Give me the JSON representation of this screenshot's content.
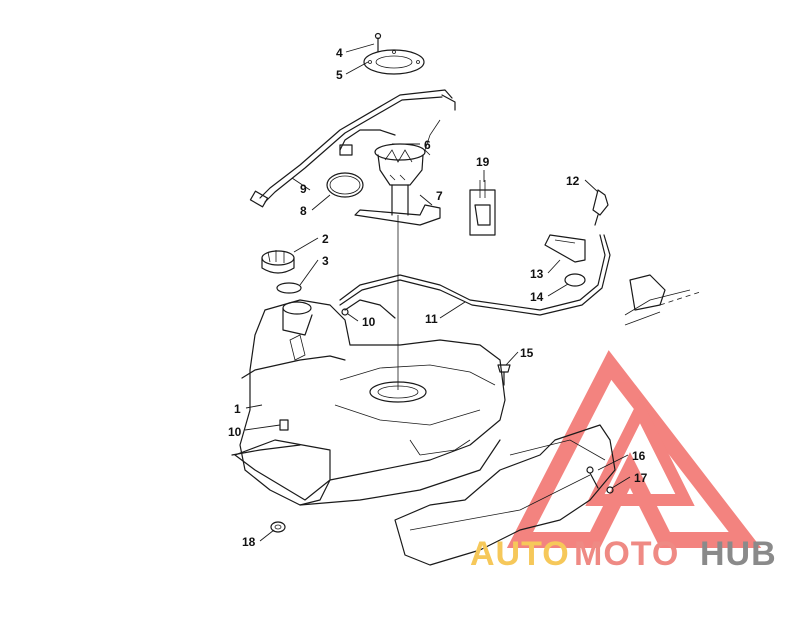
{
  "callouts": [
    "1",
    "2",
    "3",
    "4",
    "5",
    "6",
    "7",
    "8",
    "9",
    "10",
    "10",
    "11",
    "12",
    "13",
    "14",
    "15",
    "16",
    "17",
    "18",
    "19"
  ],
  "watermark": {
    "parts": [
      "AUTO",
      "MOTO",
      "HUB"
    ],
    "colors": [
      "#f6c85a",
      "#ef8a84",
      "#8a8a8a"
    ],
    "triangle_color": "#ef5a55"
  }
}
